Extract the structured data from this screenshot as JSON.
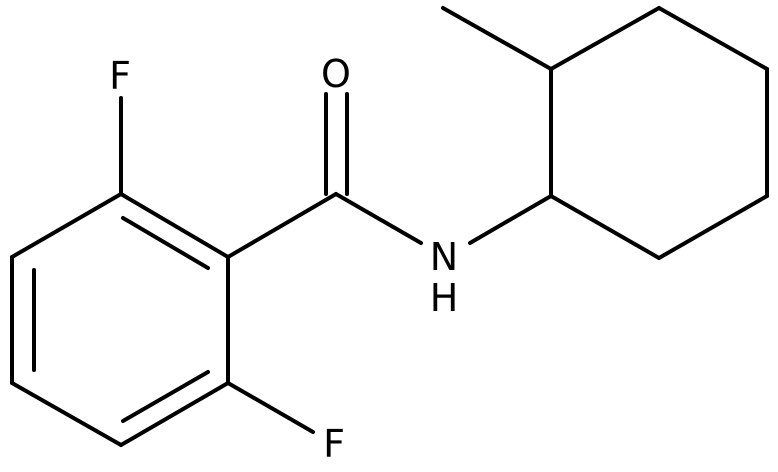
{
  "atoms": {
    "fluorine_top": "F",
    "fluorine_bottom": "F",
    "oxygen": "O",
    "nitrogen": "N",
    "amide_hydrogen": "H"
  },
  "colors": {
    "bonds": "#000000",
    "labels": "#000000",
    "background": "#ffffff"
  }
}
